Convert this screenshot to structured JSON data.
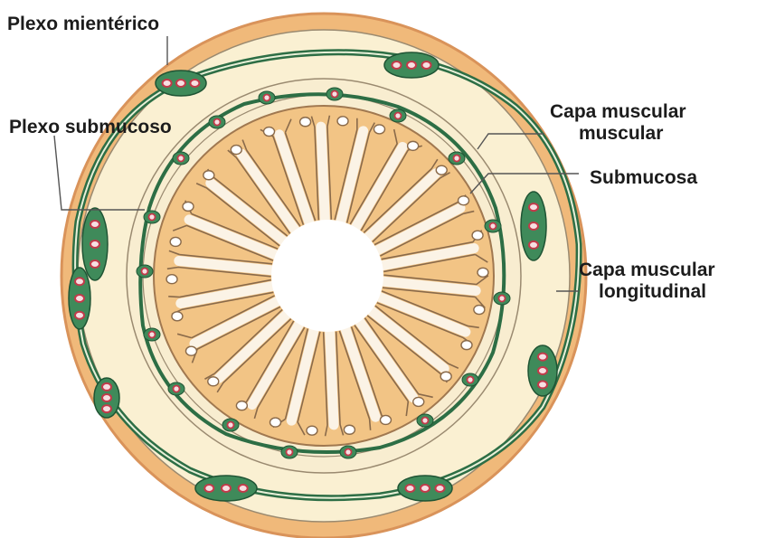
{
  "figure": {
    "type": "anatomical cross-section"
  },
  "labels": {
    "myenteric_plexus": "Plexo mientérico",
    "submucosal_plexus": "Plexo submucoso",
    "muscular_layer": [
      "Capa muscular",
      "muscular"
    ],
    "submucosa": "Submucosa",
    "longitudinal_muscle": [
      "Capa muscular",
      "longitudinal"
    ]
  },
  "colors": {
    "outer_muscle": "#f0b97a",
    "outer_muscle_edge": "#d9935a",
    "circular_muscle": "#faf0d2",
    "submucosa": "#f8edd0",
    "mucosa": "#f2c485",
    "lumen": "#ffffff",
    "plexus_band": "#2d6e45",
    "ganglion": "#3f8a5a",
    "ganglion_cell": "#c23a4a",
    "leader_line": "#555555"
  }
}
